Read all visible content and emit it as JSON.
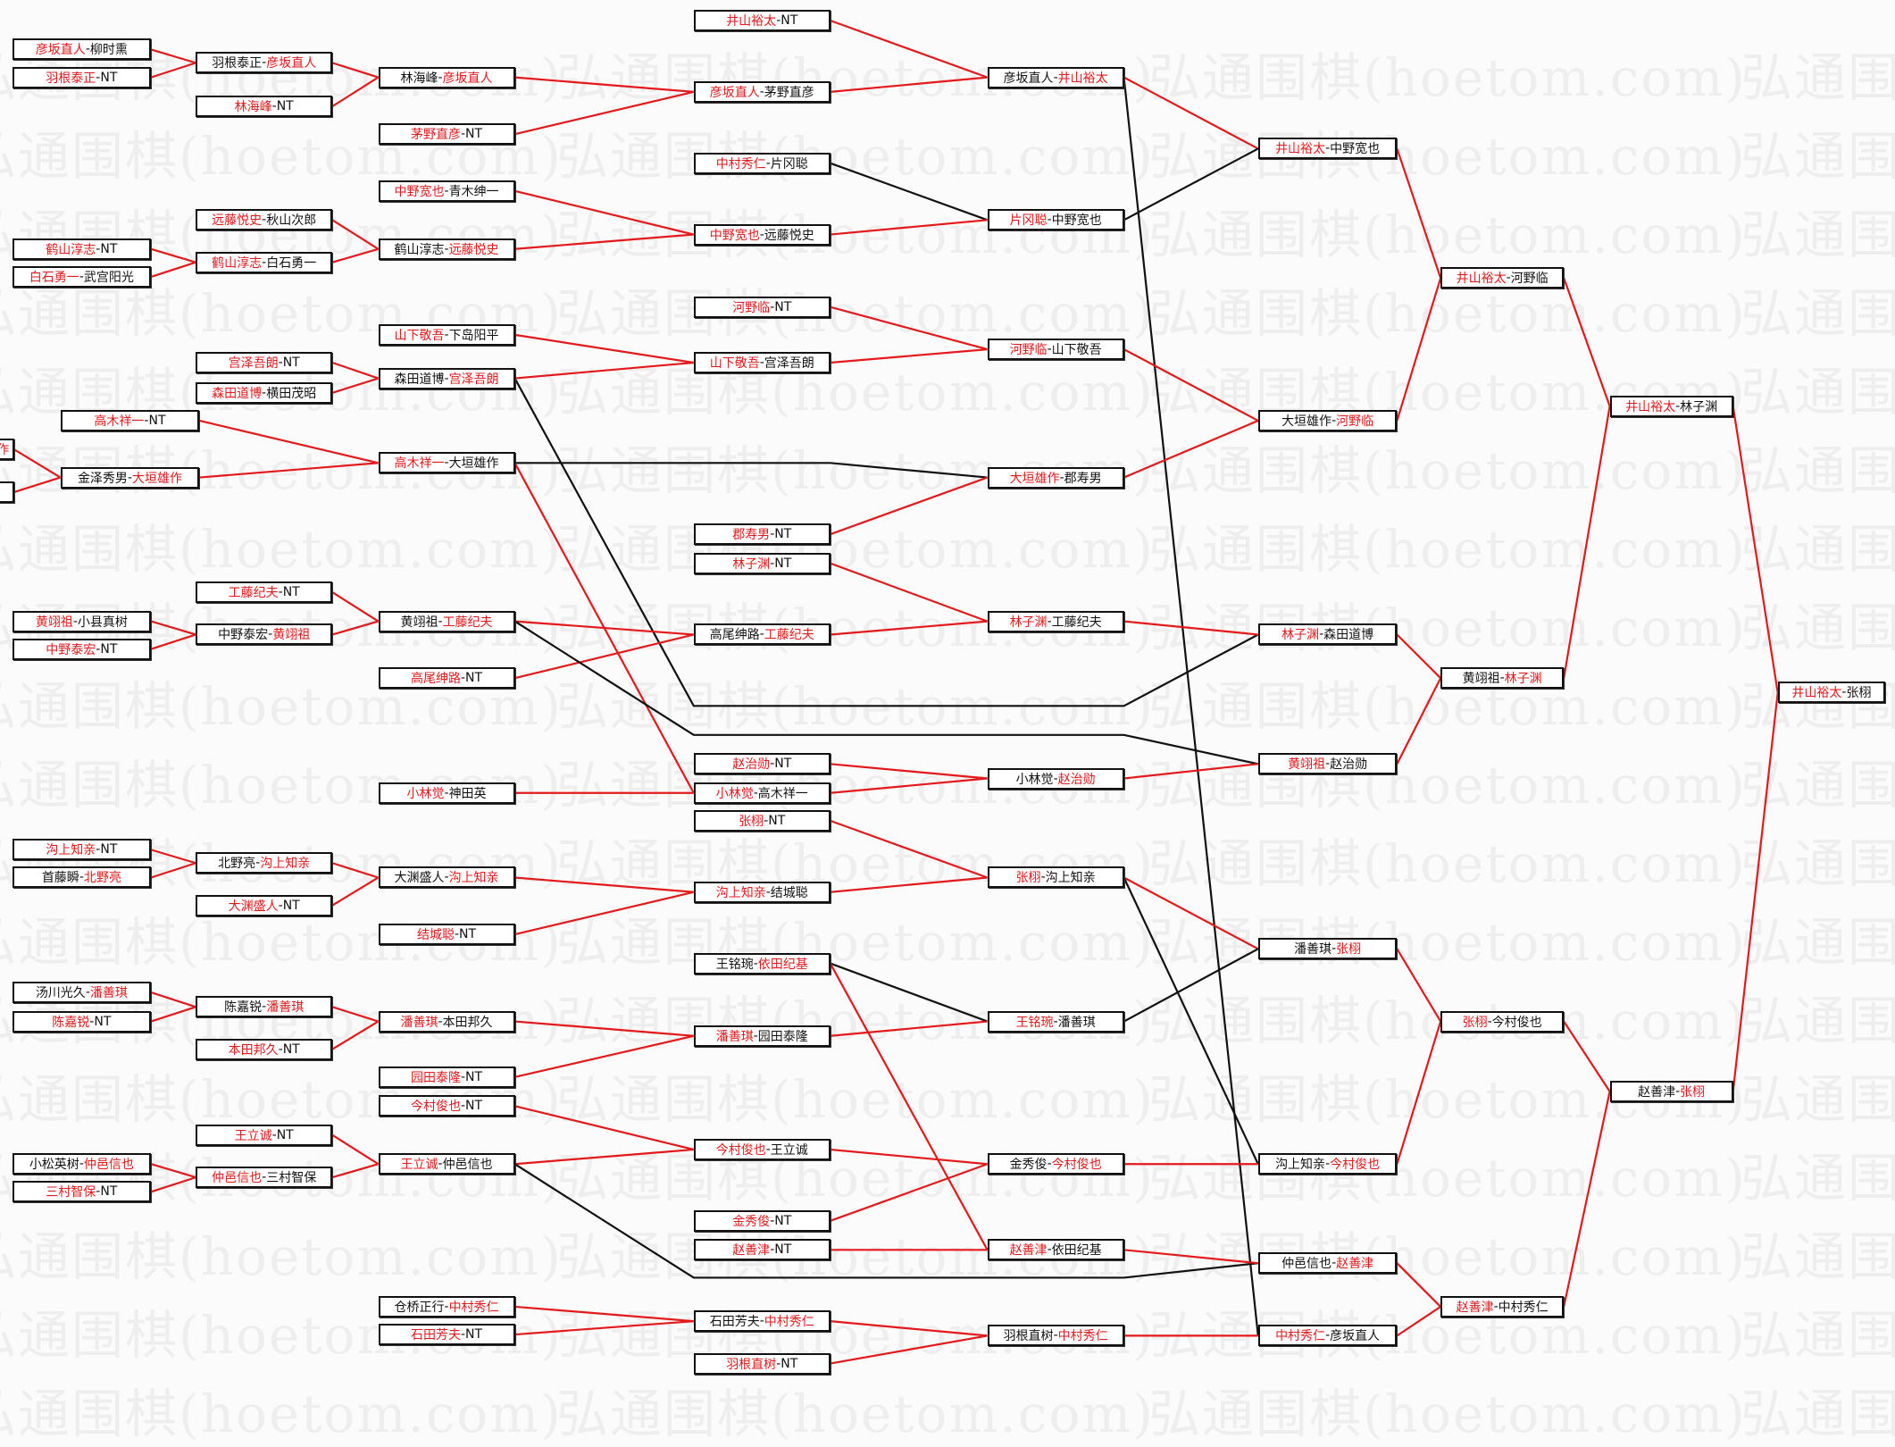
{
  "watermark": "弘通围棋(hoetom.com)",
  "colors": {
    "win_line": "#e3191c",
    "other_line": "#111111",
    "winner_text": "#e3191c"
  },
  "matches": [
    {
      "id": "a1",
      "p1": "彦坂直人",
      "p2": "柳时熏",
      "winner": 1
    },
    {
      "id": "a2",
      "p1": "羽根泰正",
      "p2": "NT",
      "winner": 1
    },
    {
      "id": "a3",
      "p1": "鹤山淳志",
      "p2": "NT",
      "winner": 1
    },
    {
      "id": "a4",
      "p1": "白石勇一",
      "p2": "武宫阳光",
      "winner": 1
    },
    {
      "id": "a5",
      "p1": "黄翊祖",
      "p2": "小县真树",
      "winner": 1
    },
    {
      "id": "a6",
      "p1": "中野泰宏",
      "p2": "NT",
      "winner": 1
    },
    {
      "id": "a7",
      "p1": "沟上知亲",
      "p2": "NT",
      "winner": 1
    },
    {
      "id": "a8",
      "p1": "首藤瞬",
      "p2": "北野亮",
      "winner": 2
    },
    {
      "id": "a9",
      "p1": "汤川光久",
      "p2": "潘善琪",
      "winner": 2
    },
    {
      "id": "a10",
      "p1": "陈嘉锐",
      "p2": "NT",
      "winner": 1
    },
    {
      "id": "a11",
      "p1": "小松英树",
      "p2": "仲邑信也",
      "winner": 2
    },
    {
      "id": "a12",
      "p1": "三村智保",
      "p2": "NT",
      "winner": 1
    },
    {
      "id": "p1",
      "p1": "作",
      "p2": null,
      "winner": 1
    },
    {
      "id": "p2",
      "p1": "",
      "p2": null,
      "winner": 0
    },
    {
      "id": "x1",
      "p1": "高木祥一",
      "p2": "NT",
      "winner": 1
    },
    {
      "id": "x2",
      "p1": "金泽秀男",
      "p2": "大垣雄作",
      "winner": 2
    },
    {
      "id": "b1",
      "p1": "羽根泰正",
      "p2": "彦坂直人",
      "winner": 2
    },
    {
      "id": "b2",
      "p1": "林海峰",
      "p2": "NT",
      "winner": 1
    },
    {
      "id": "b3",
      "p1": "远藤悦史",
      "p2": "秋山次郎",
      "winner": 1
    },
    {
      "id": "b4",
      "p1": "鹤山淳志",
      "p2": "白石勇一",
      "winner": 1
    },
    {
      "id": "b5",
      "p1": "宫泽吾朗",
      "p2": "NT",
      "winner": 1
    },
    {
      "id": "b6",
      "p1": "森田道博",
      "p2": "横田茂昭",
      "winner": 1
    },
    {
      "id": "b7",
      "p1": "工藤纪夫",
      "p2": "NT",
      "winner": 1
    },
    {
      "id": "b8",
      "p1": "中野泰宏",
      "p2": "黄翊祖",
      "winner": 2
    },
    {
      "id": "b9",
      "p1": "北野亮",
      "p2": "沟上知亲",
      "winner": 2
    },
    {
      "id": "b10",
      "p1": "大渊盛人",
      "p2": "NT",
      "winner": 1
    },
    {
      "id": "b11",
      "p1": "陈嘉锐",
      "p2": "潘善琪",
      "winner": 2
    },
    {
      "id": "b12",
      "p1": "本田邦久",
      "p2": "NT",
      "winner": 1
    },
    {
      "id": "b13",
      "p1": "王立诚",
      "p2": "NT",
      "winner": 1
    },
    {
      "id": "b14",
      "p1": "仲邑信也",
      "p2": "三村智保",
      "winner": 1
    },
    {
      "id": "c1",
      "p1": "林海峰",
      "p2": "彦坂直人",
      "winner": 2
    },
    {
      "id": "c2",
      "p1": "茅野直彦",
      "p2": "NT",
      "winner": 1
    },
    {
      "id": "c3",
      "p1": "中野宽也",
      "p2": "青木绅一",
      "winner": 1
    },
    {
      "id": "c4",
      "p1": "鹤山淳志",
      "p2": "远藤悦史",
      "winner": 2
    },
    {
      "id": "c5",
      "p1": "山下敬吾",
      "p2": "下岛阳平",
      "winner": 1
    },
    {
      "id": "c6",
      "p1": "森田道博",
      "p2": "宫泽吾朗",
      "winner": 2
    },
    {
      "id": "c7",
      "p1": "高木祥一",
      "p2": "大垣雄作",
      "winner": 1
    },
    {
      "id": "c8",
      "p1": "黄翊祖",
      "p2": "工藤纪夫",
      "winner": 2
    },
    {
      "id": "c9",
      "p1": "高尾绅路",
      "p2": "NT",
      "winner": 1
    },
    {
      "id": "c10",
      "p1": "小林觉",
      "p2": "神田英",
      "winner": 1
    },
    {
      "id": "c11",
      "p1": "大渊盛人",
      "p2": "沟上知亲",
      "winner": 2
    },
    {
      "id": "c12",
      "p1": "结城聪",
      "p2": "NT",
      "winner": 1
    },
    {
      "id": "c13",
      "p1": "潘善琪",
      "p2": "本田邦久",
      "winner": 1
    },
    {
      "id": "c14",
      "p1": "园田泰隆",
      "p2": "NT",
      "winner": 1
    },
    {
      "id": "c15",
      "p1": "今村俊也",
      "p2": "NT",
      "winner": 1
    },
    {
      "id": "c16",
      "p1": "王立诚",
      "p2": "仲邑信也",
      "winner": 1
    },
    {
      "id": "c17",
      "p1": "仓桥正行",
      "p2": "中村秀仁",
      "winner": 2
    },
    {
      "id": "c18",
      "p1": "石田芳夫",
      "p2": "NT",
      "winner": 1
    },
    {
      "id": "d1",
      "p1": "井山裕太",
      "p2": "NT",
      "winner": 1
    },
    {
      "id": "d2",
      "p1": "彦坂直人",
      "p2": "茅野直彦",
      "winner": 1
    },
    {
      "id": "d3",
      "p1": "中村秀仁",
      "p2": "片冈聪",
      "winner": 1
    },
    {
      "id": "d4",
      "p1": "中野宽也",
      "p2": "远藤悦史",
      "winner": 1
    },
    {
      "id": "d5",
      "p1": "河野临",
      "p2": "NT",
      "winner": 1
    },
    {
      "id": "d6",
      "p1": "山下敬吾",
      "p2": "宫泽吾朗",
      "winner": 1
    },
    {
      "id": "d7",
      "p1": "郡寿男",
      "p2": "NT",
      "winner": 1
    },
    {
      "id": "d8",
      "p1": "林子渊",
      "p2": "NT",
      "winner": 1
    },
    {
      "id": "d9",
      "p1": "高尾绅路",
      "p2": "工藤纪夫",
      "winner": 2
    },
    {
      "id": "d10",
      "p1": "赵治勋",
      "p2": "NT",
      "winner": 1
    },
    {
      "id": "d11",
      "p1": "小林觉",
      "p2": "高木祥一",
      "winner": 1
    },
    {
      "id": "d12",
      "p1": "张栩",
      "p2": "NT",
      "winner": 1
    },
    {
      "id": "d13",
      "p1": "沟上知亲",
      "p2": "结城聪",
      "winner": 1
    },
    {
      "id": "d14",
      "p1": "王铭琬",
      "p2": "依田纪基",
      "winner": 2
    },
    {
      "id": "d15",
      "p1": "潘善琪",
      "p2": "园田泰隆",
      "winner": 1
    },
    {
      "id": "d16",
      "p1": "今村俊也",
      "p2": "王立诚",
      "winner": 1
    },
    {
      "id": "d17",
      "p1": "金秀俊",
      "p2": "NT",
      "winner": 1
    },
    {
      "id": "d18",
      "p1": "赵善津",
      "p2": "NT",
      "winner": 1
    },
    {
      "id": "d19",
      "p1": "石田芳夫",
      "p2": "中村秀仁",
      "winner": 2
    },
    {
      "id": "d20",
      "p1": "羽根直树",
      "p2": "NT",
      "winner": 1
    },
    {
      "id": "e1",
      "p1": "彦坂直人",
      "p2": "井山裕太",
      "winner": 2
    },
    {
      "id": "e2",
      "p1": "片冈聪",
      "p2": "中野宽也",
      "winner": 1
    },
    {
      "id": "e3",
      "p1": "河野临",
      "p2": "山下敬吾",
      "winner": 1
    },
    {
      "id": "e4",
      "p1": "大垣雄作",
      "p2": "郡寿男",
      "winner": 1
    },
    {
      "id": "e5",
      "p1": "林子渊",
      "p2": "工藤纪夫",
      "winner": 1
    },
    {
      "id": "e6",
      "p1": "小林觉",
      "p2": "赵治勋",
      "winner": 2
    },
    {
      "id": "e7",
      "p1": "张栩",
      "p2": "沟上知亲",
      "winner": 1
    },
    {
      "id": "e8",
      "p1": "王铭琬",
      "p2": "潘善琪",
      "winner": 1
    },
    {
      "id": "e9",
      "p1": "金秀俊",
      "p2": "今村俊也",
      "winner": 2
    },
    {
      "id": "e10",
      "p1": "赵善津",
      "p2": "依田纪基",
      "winner": 1
    },
    {
      "id": "e11",
      "p1": "羽根直树",
      "p2": "中村秀仁",
      "winner": 2
    },
    {
      "id": "f1",
      "p1": "井山裕太",
      "p2": "中野宽也",
      "winner": 1
    },
    {
      "id": "f2",
      "p1": "大垣雄作",
      "p2": "河野临",
      "winner": 2
    },
    {
      "id": "f3",
      "p1": "林子渊",
      "p2": "森田道博",
      "winner": 1
    },
    {
      "id": "f4",
      "p1": "黄翊祖",
      "p2": "赵治勋",
      "winner": 1
    },
    {
      "id": "f5",
      "p1": "潘善琪",
      "p2": "张栩",
      "winner": 2
    },
    {
      "id": "f6",
      "p1": "沟上知亲",
      "p2": "今村俊也",
      "winner": 2
    },
    {
      "id": "f7",
      "p1": "仲邑信也",
      "p2": "赵善津",
      "winner": 2
    },
    {
      "id": "f8",
      "p1": "中村秀仁",
      "p2": "彦坂直人",
      "winner": 1
    },
    {
      "id": "g1",
      "p1": "井山裕太",
      "p2": "河野临",
      "winner": 1
    },
    {
      "id": "g2",
      "p1": "黄翊祖",
      "p2": "林子渊",
      "winner": 2
    },
    {
      "id": "g3",
      "p1": "张栩",
      "p2": "今村俊也",
      "winner": 1
    },
    {
      "id": "g4",
      "p1": "赵善津",
      "p2": "中村秀仁",
      "winner": 1
    },
    {
      "id": "h1",
      "p1": "井山裕太",
      "p2": "林子渊",
      "winner": 1
    },
    {
      "id": "h2",
      "p1": "赵善津",
      "p2": "张栩",
      "winner": 2
    },
    {
      "id": "i1",
      "p1": "井山裕太",
      "p2": "张栩",
      "winner": 1
    }
  ]
}
